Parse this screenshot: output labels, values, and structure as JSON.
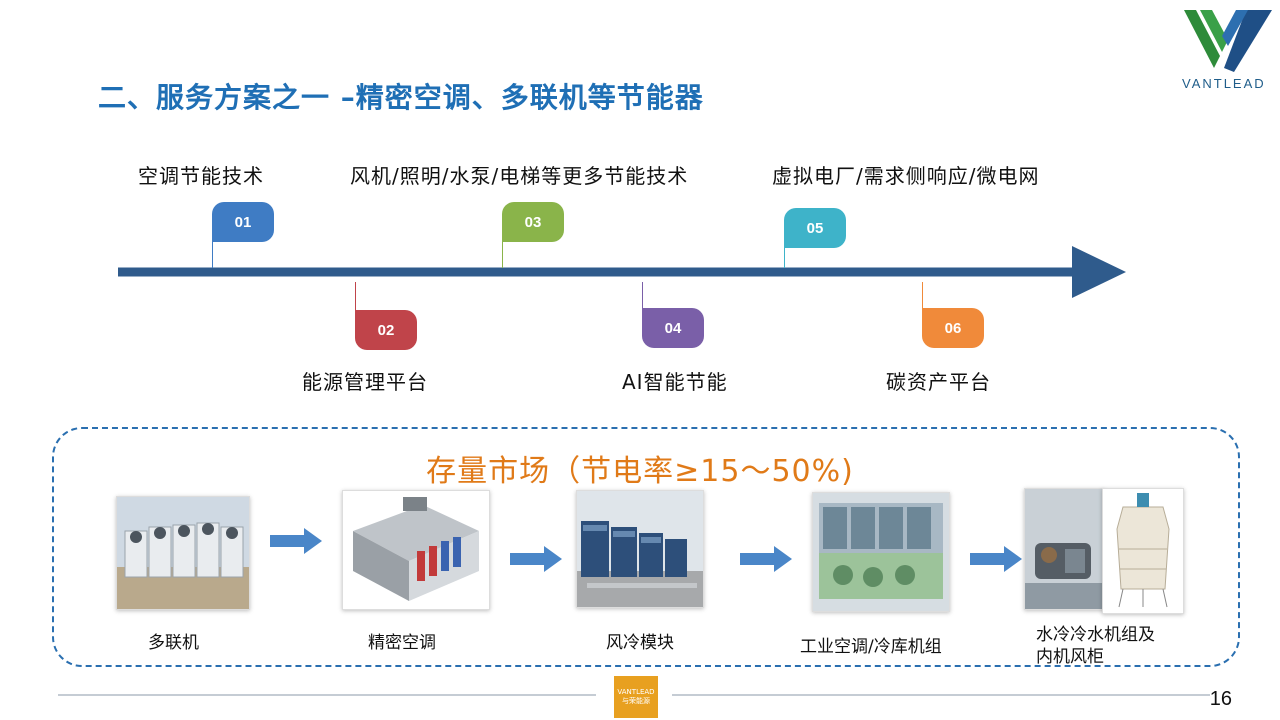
{
  "title": "二、服务方案之一 –精密空调、多联机等节能器",
  "brand": {
    "logo_text": "VANTLEAD",
    "footer_logo_line1": "VANTLEAD",
    "footer_logo_line2": "与荣能源"
  },
  "timeline": {
    "items": [
      {
        "num": "01",
        "label": "空调节能技术",
        "color": "#3f7cc4"
      },
      {
        "num": "02",
        "label": "能源管理平台",
        "color": "#c0444a"
      },
      {
        "num": "03",
        "label": "风机/照明/水泵/电梯等更多节能技术",
        "color": "#8ab44a"
      },
      {
        "num": "04",
        "label": "AI智能节能",
        "color": "#7a5fa8"
      },
      {
        "num": "05",
        "label": "虚拟电厂/需求侧响应/微电网",
        "color": "#3eb3c9"
      },
      {
        "num": "06",
        "label": "碳资产平台",
        "color": "#f08a3a"
      }
    ],
    "axis_color": "#2f5b8c"
  },
  "market": {
    "heading": "存量市场（节电率≥15～50%)"
  },
  "products": [
    {
      "label": "多联机"
    },
    {
      "label": "精密空调"
    },
    {
      "label": "风冷模块"
    },
    {
      "label": "工业空调/冷库机组"
    },
    {
      "label_line1": "水冷冷水机组及",
      "label_line2": "内机风柜"
    }
  ],
  "page_number": "16"
}
